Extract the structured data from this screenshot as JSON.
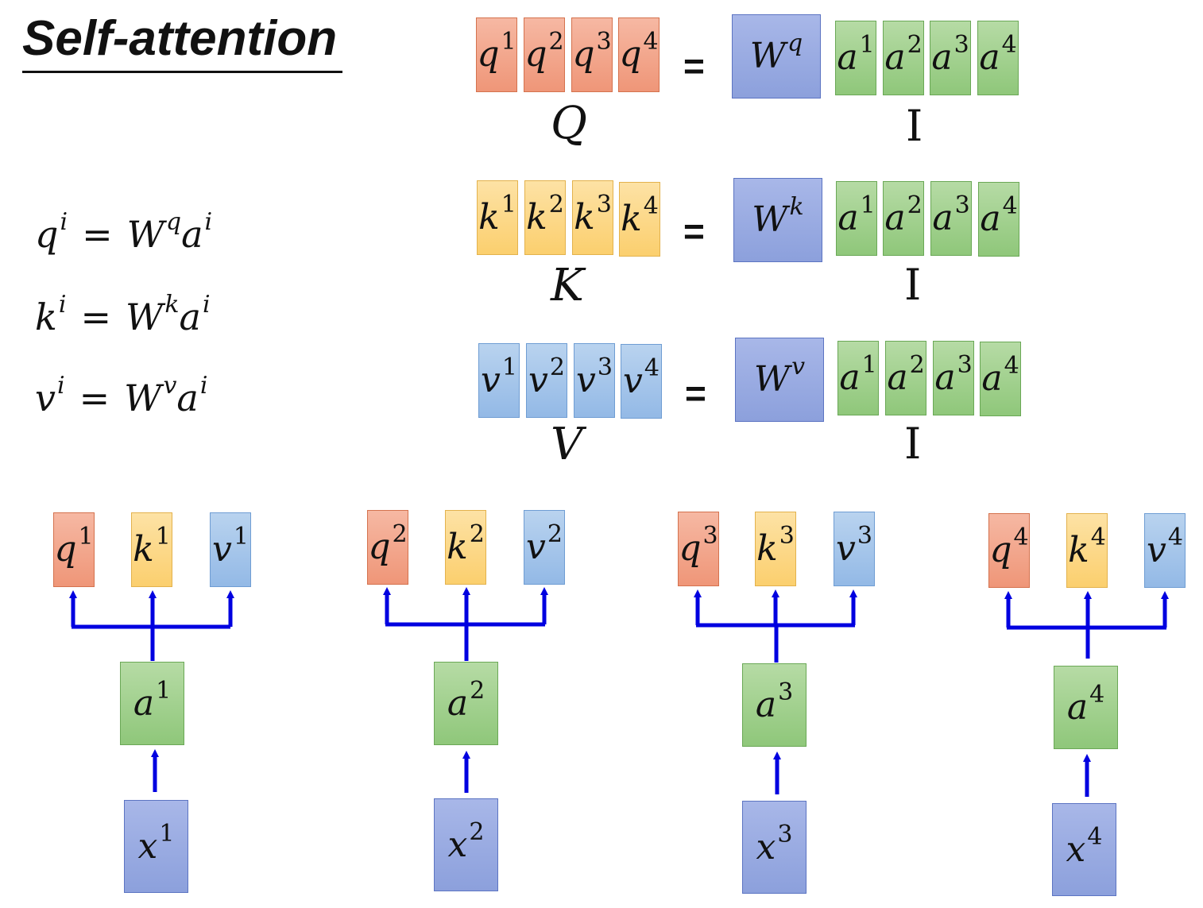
{
  "title": "Self-attention",
  "formulas": {
    "q": {
      "lhs": "q",
      "lhs_sup": "i",
      "op": "=",
      "w": "W",
      "w_sup": "q",
      "a": "a",
      "a_sup": "i"
    },
    "k": {
      "lhs": "k",
      "lhs_sup": "i",
      "op": "=",
      "w": "W",
      "w_sup": "k",
      "a": "a",
      "a_sup": "i"
    },
    "v": {
      "lhs": "v",
      "lhs_sup": "i",
      "op": "=",
      "w": "W",
      "w_sup": "v",
      "a": "a",
      "a_sup": "i"
    }
  },
  "matrix_rows": [
    {
      "outputs": [
        {
          "base": "q",
          "sup": "1"
        },
        {
          "base": "q",
          "sup": "2"
        },
        {
          "base": "q",
          "sup": "3"
        },
        {
          "base": "q",
          "sup": "4"
        }
      ],
      "output_label": "Q",
      "equals": "=",
      "weight": {
        "base": "W",
        "sup": "q"
      },
      "inputs": [
        {
          "base": "a",
          "sup": "1"
        },
        {
          "base": "a",
          "sup": "2"
        },
        {
          "base": "a",
          "sup": "3"
        },
        {
          "base": "a",
          "sup": "4"
        }
      ],
      "input_label": "I"
    },
    {
      "outputs": [
        {
          "base": "k",
          "sup": "1"
        },
        {
          "base": "k",
          "sup": "2"
        },
        {
          "base": "k",
          "sup": "3"
        },
        {
          "base": "k",
          "sup": "4"
        }
      ],
      "output_label": "K",
      "equals": "=",
      "weight": {
        "base": "W",
        "sup": "k"
      },
      "inputs": [
        {
          "base": "a",
          "sup": "1"
        },
        {
          "base": "a",
          "sup": "2"
        },
        {
          "base": "a",
          "sup": "3"
        },
        {
          "base": "a",
          "sup": "4"
        }
      ],
      "input_label": "I"
    },
    {
      "outputs": [
        {
          "base": "v",
          "sup": "1"
        },
        {
          "base": "v",
          "sup": "2"
        },
        {
          "base": "v",
          "sup": "3"
        },
        {
          "base": "v",
          "sup": "4"
        }
      ],
      "output_label": "V",
      "equals": "=",
      "weight": {
        "base": "W",
        "sup": "v"
      },
      "inputs": [
        {
          "base": "a",
          "sup": "1"
        },
        {
          "base": "a",
          "sup": "2"
        },
        {
          "base": "a",
          "sup": "3"
        },
        {
          "base": "a",
          "sup": "4"
        }
      ],
      "input_label": "I"
    }
  ],
  "columns": [
    {
      "q": {
        "base": "q",
        "sup": "1"
      },
      "k": {
        "base": "k",
        "sup": "1"
      },
      "v": {
        "base": "v",
        "sup": "1"
      },
      "a": {
        "base": "a",
        "sup": "1"
      },
      "x": {
        "base": "x",
        "sup": "1"
      }
    },
    {
      "q": {
        "base": "q",
        "sup": "2"
      },
      "k": {
        "base": "k",
        "sup": "2"
      },
      "v": {
        "base": "v",
        "sup": "2"
      },
      "a": {
        "base": "a",
        "sup": "2"
      },
      "x": {
        "base": "x",
        "sup": "2"
      }
    },
    {
      "q": {
        "base": "q",
        "sup": "3"
      },
      "k": {
        "base": "k",
        "sup": "3"
      },
      "v": {
        "base": "v",
        "sup": "3"
      },
      "a": {
        "base": "a",
        "sup": "3"
      },
      "x": {
        "base": "x",
        "sup": "3"
      }
    },
    {
      "q": {
        "base": "q",
        "sup": "4"
      },
      "k": {
        "base": "k",
        "sup": "4"
      },
      "v": {
        "base": "v",
        "sup": "4"
      },
      "a": {
        "base": "a",
        "sup": "4"
      },
      "x": {
        "base": "x",
        "sup": "4"
      }
    }
  ],
  "colors": {
    "query": "#ef9678",
    "key": "#fbcf6e",
    "value": "#93b9e6",
    "input_a": "#8fc77a",
    "weight_x": "#8ca0dc",
    "arrow": "#0000e0"
  }
}
